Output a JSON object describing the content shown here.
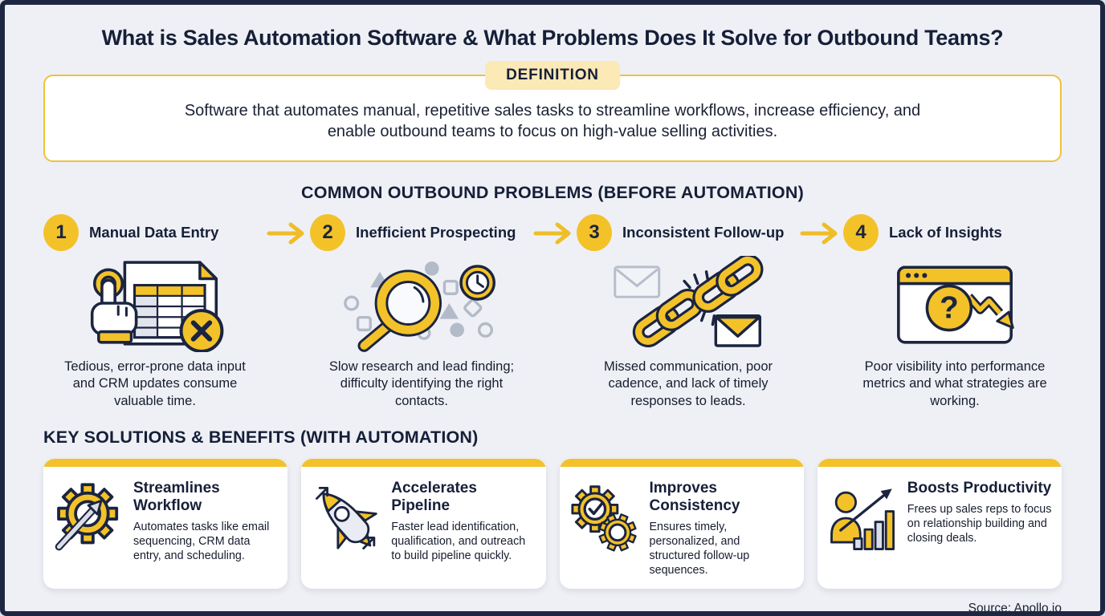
{
  "page": {
    "title": "What is Sales Automation Software & What Problems Does It Solve for Outbound Teams?",
    "source": "Source: Apollo.io"
  },
  "colors": {
    "background": "#EEF0F5",
    "navy": "#1B2440",
    "yellow": "#F3C229",
    "badge_bg": "#FBE9B6",
    "card_bg": "#FFFFFF",
    "muted_gray": "#B3BAC8"
  },
  "definition": {
    "badge": "DEFINITION",
    "text": "Software that automates manual, repetitive sales tasks to streamline workflows, increase efficiency, and enable outbound teams to focus on high-value selling activities."
  },
  "problems": {
    "heading": "COMMON OUTBOUND PROBLEMS (BEFORE AUTOMATION)",
    "items": [
      {
        "number": "1",
        "title": "Manual Data Entry",
        "icon": "data-entry-icon",
        "description": "Tedious, error-prone data input and CRM updates consume valuable time."
      },
      {
        "number": "2",
        "title": "Inefficient Prospecting",
        "icon": "prospecting-search-icon",
        "description": "Slow research and lead finding; difficulty identifying the right contacts."
      },
      {
        "number": "3",
        "title": "Inconsistent Follow-up",
        "icon": "broken-chain-icon",
        "description": "Missed communication, poor cadence, and lack of timely responses to leads."
      },
      {
        "number": "4",
        "title": "Lack of Insights",
        "icon": "declining-insights-icon",
        "description": "Poor visibility into performance metrics and what strategies are working."
      }
    ]
  },
  "solutions": {
    "heading": "KEY SOLUTIONS & BENEFITS (WITH AUTOMATION)",
    "cards": [
      {
        "title": "Streamlines Workflow",
        "icon": "gear-arrow-icon",
        "description": "Automates tasks like email sequencing, CRM data entry, and scheduling."
      },
      {
        "title": "Accelerates Pipeline",
        "icon": "rocket-icon",
        "description": "Faster lead identification, qualification, and outreach to build pipeline quickly."
      },
      {
        "title": "Improves Consistency",
        "icon": "gears-check-icon",
        "description": "Ensures timely, personalized, and structured follow-up sequences."
      },
      {
        "title": "Boosts Productivity",
        "icon": "person-growth-chart-icon",
        "description": "Frees up sales reps to focus on relationship building and closing deals."
      }
    ]
  }
}
